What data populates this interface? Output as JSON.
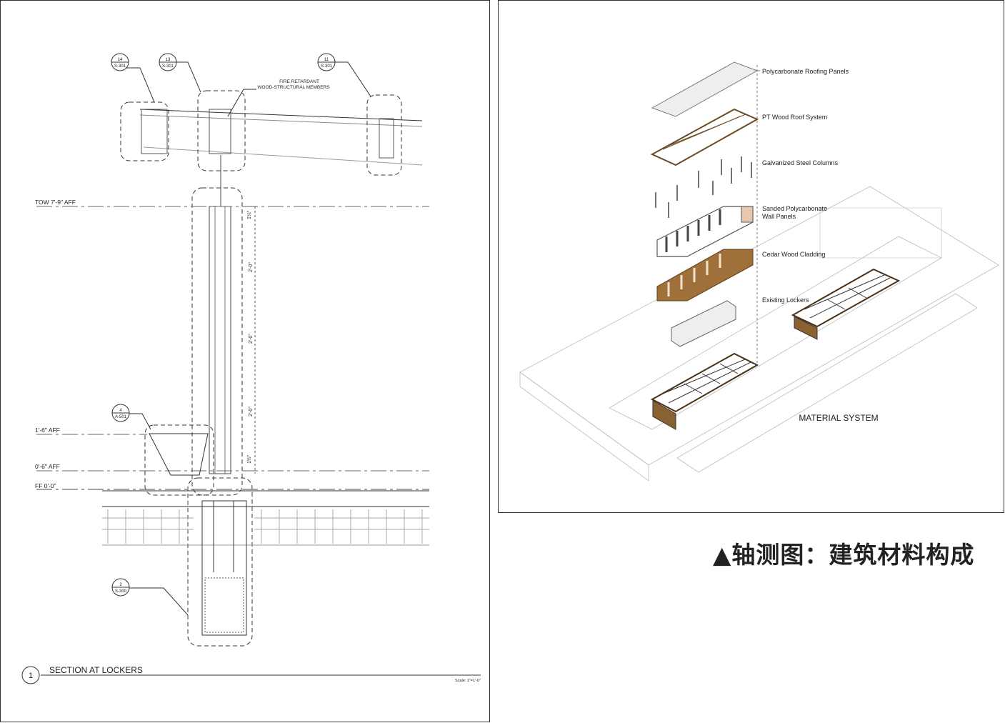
{
  "left_sheet": {
    "callouts": [
      {
        "num": "14",
        "ref": "S-301"
      },
      {
        "num": "13",
        "ref": "S-301"
      },
      {
        "num": "11",
        "ref": "S-301"
      },
      {
        "num": "4",
        "ref": "A-501"
      },
      {
        "num": "2",
        "ref": "S-300"
      }
    ],
    "note_line1": "FIRE RETARDANT",
    "note_line2": "WOOD-STRUCTURAL MEMBERS",
    "levels": [
      {
        "label": "TOW 7'-9\" AFF"
      },
      {
        "label": "1'-6\" AFF"
      },
      {
        "label": "0'-6\" AFF"
      },
      {
        "label": "FF 0'-0\""
      }
    ],
    "dims": [
      "1½\"",
      "2'-0\"",
      "2'-0\"",
      "2'-0\"",
      "1½\""
    ],
    "title_number": "1",
    "title": "SECTION AT LOCKERS",
    "scale": "Scale: 1\"=1'-0\""
  },
  "right_sheet": {
    "layers": [
      {
        "label": "Polycarbonate Roofing Panels"
      },
      {
        "label": "PT Wood Roof System"
      },
      {
        "label": "Galvanized Steel Columns"
      },
      {
        "label_line1": "Sanded Polycarbonate",
        "label_line2": "Wall Panels"
      },
      {
        "label": "Cedar Wood Cladding"
      },
      {
        "label": "Existing Lockers"
      }
    ],
    "system_title": "MATERIAL SYSTEM",
    "colors": {
      "wood": "#a0703a",
      "steel": "#444444",
      "panel": "#e8e8e8"
    }
  },
  "caption": "▲轴测图：建筑材料构成"
}
